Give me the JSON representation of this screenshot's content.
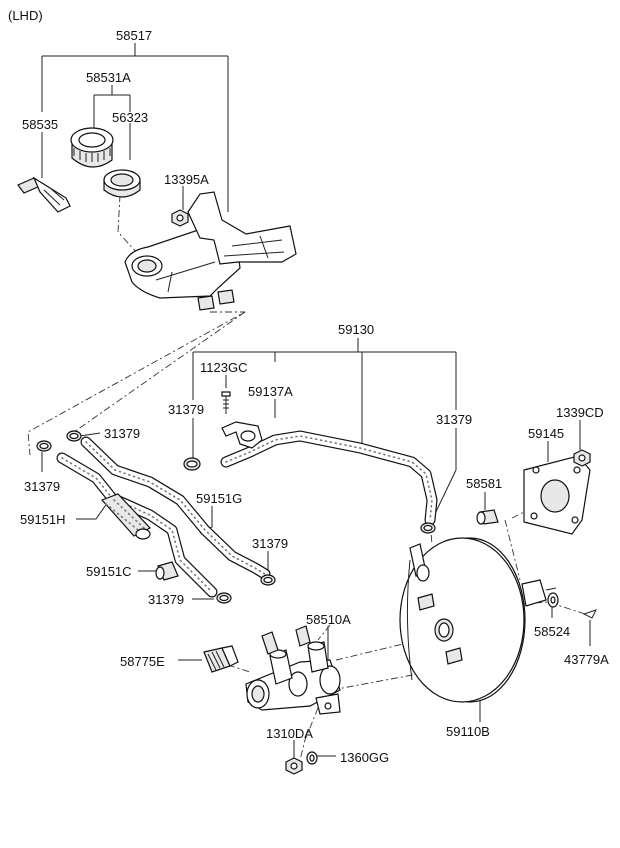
{
  "variant": "(LHD)",
  "labels": {
    "p58517": "58517",
    "p58531A": "58531A",
    "p58535": "58535",
    "p56323": "56323",
    "p13395A": "13395A",
    "p59130": "59130",
    "p1123GC": "1123GC",
    "p59137A": "59137A",
    "p31379_a": "31379",
    "p31379_b": "31379",
    "p31379_c": "31379",
    "p31379_d": "31379",
    "p31379_e": "31379",
    "p31379_f": "31379",
    "p1339CD": "1339CD",
    "p59145": "59145",
    "p58581": "58581",
    "p59151G": "59151G",
    "p59151H": "59151H",
    "p59151C": "59151C",
    "p58510A": "58510A",
    "p58775E": "58775E",
    "p58524": "58524",
    "p43779A": "43779A",
    "p59110B": "59110B",
    "p1310DA": "1310DA",
    "p1360GG": "1360GG"
  }
}
